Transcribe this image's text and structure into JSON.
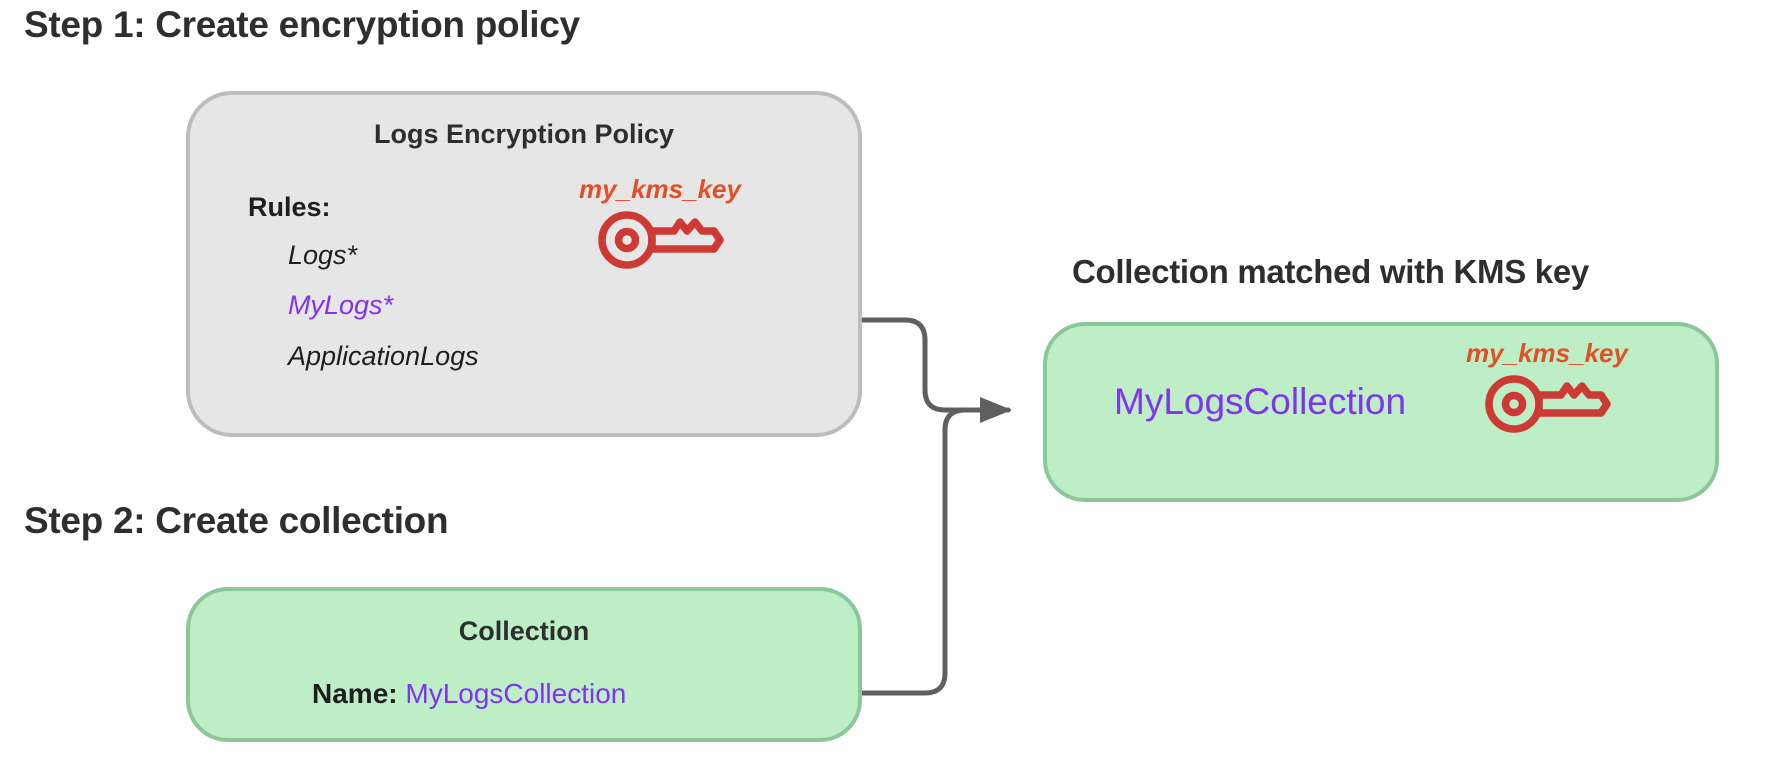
{
  "page": {
    "background": "#ffffff",
    "title": "Encryption policy to collection matching diagram"
  },
  "colors": {
    "heading_text": "#2e2e2e",
    "policy_box_fill": "#e6e6e6",
    "policy_box_border": "#bdbdbd",
    "collection_box_fill": "#bdeec5",
    "collection_box_border": "#8cc79a",
    "highlight_purple": "#8133f1",
    "kms_key_red": "#cc3a33",
    "kms_label_orange": "#e0512a",
    "connector_gray": "#5f5f5f",
    "body_text": "#1f1f1f"
  },
  "steps": {
    "step1_heading": "Step 1: Create encryption policy",
    "step2_heading": "Step 2: Create collection"
  },
  "policy_box": {
    "title": "Logs Encryption Policy",
    "rules_label": "Rules:",
    "rules": [
      {
        "text": "Logs*",
        "highlighted": false
      },
      {
        "text": "MyLogs*",
        "highlighted": true
      },
      {
        "text": "ApplicationLogs",
        "highlighted": false
      }
    ],
    "kms": {
      "label": "my_kms_key",
      "icon": "key-icon"
    }
  },
  "collection_box": {
    "title": "Collection",
    "name_label": "Name:",
    "name_value": "MyLogsCollection"
  },
  "matched": {
    "heading": "Collection matched with KMS key",
    "collection_name": "MyLogsCollection",
    "kms": {
      "label": "my_kms_key",
      "icon": "key-icon"
    }
  },
  "connectors": [
    {
      "name": "rule-to-match-connector",
      "from": "MyLogs*",
      "to": "MyLogsCollection matched box",
      "arrow": true
    },
    {
      "name": "collection-to-match-connector",
      "from": "Name: MyLogsCollection",
      "to": "MyLogsCollection matched box",
      "arrow": true
    }
  ]
}
